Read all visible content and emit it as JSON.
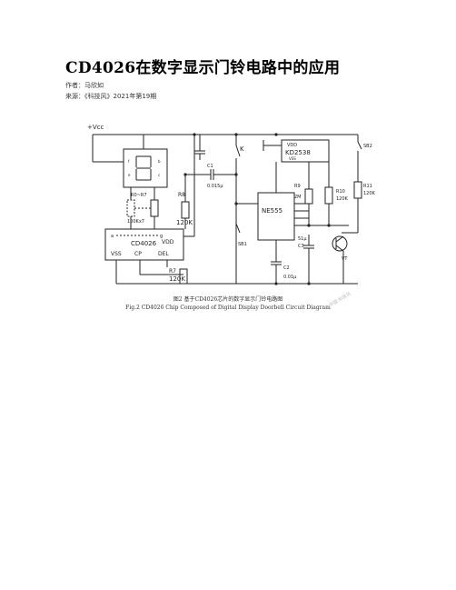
{
  "article": {
    "title": "CD4026在数字显示门铃电路中的应用",
    "author": "作者：马欣如",
    "source": "来源：《科技风》2021年第19期"
  },
  "figure": {
    "labels": {
      "vcc": "+Vcc",
      "k": "K",
      "c1": "C1",
      "c1_val": "0.015μ",
      "r0r7": "R0~R7",
      "r0r7_val": "100Kx7",
      "r8": "R8",
      "r8_val": "120K",
      "cd4026": "CD4026",
      "vdd_chip": "VDD",
      "vss_chip": "VSS",
      "cp": "CP",
      "del": "DEL",
      "pin_a": "a",
      "pin_g": "g",
      "r7": "R7",
      "r7_val": "120K",
      "sb1": "SB1",
      "vdd_kd": "VDD",
      "kd2538": "KD2538",
      "vss_kd": "VSS",
      "ne555": "NE555",
      "r9": "R9",
      "r9_val": "2M",
      "r10": "R10",
      "r10_val": "120K",
      "r11": "R11",
      "r11_val": "120K",
      "sb2": "SB2",
      "c3_val": "51μ",
      "c3": "C3",
      "c2": "C2",
      "c2_val": "0.01μ",
      "vt": "VT",
      "seg_f": "f",
      "seg_b": "b",
      "seg_e": "e",
      "seg_c": "c"
    },
    "caption_cn": "图2 基于CD4026芯片的数字显示门铃电路图",
    "caption_en": "Fig.2 CD4026 Chip Composed of Digital Display Doorbell Circuit Diagram",
    "watermark": "中国·科技风"
  }
}
